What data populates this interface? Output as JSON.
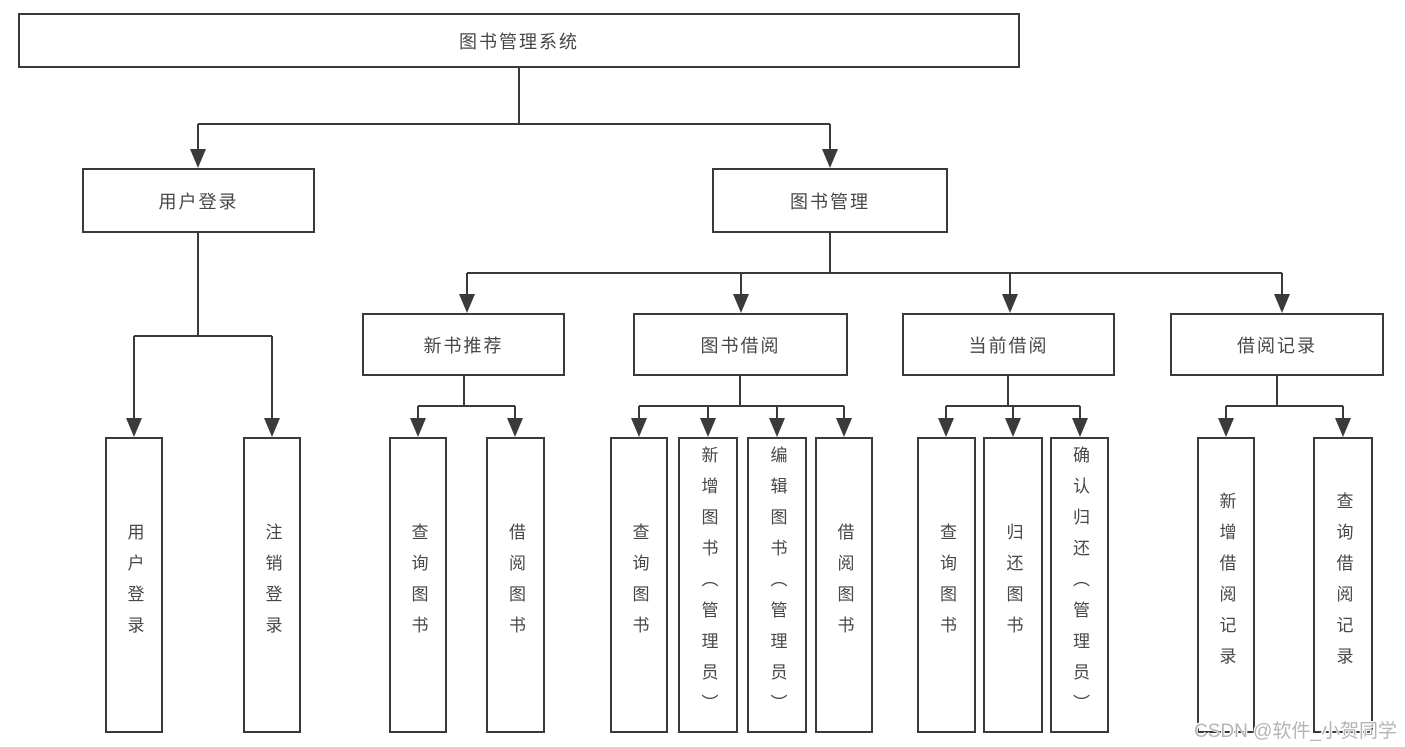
{
  "colors": {
    "line": "#3a3a3a",
    "box_border": "#3a3a3a",
    "text": "#474747",
    "background": "#ffffff",
    "watermark_text": "#b5b5b5"
  },
  "watermark": {
    "text": "CSDN @软件_小贺同学"
  },
  "nodes": {
    "root": {
      "label": "图书管理系统"
    },
    "user_login": {
      "label": "用户登录",
      "children": [
        {
          "label": "用户登录"
        },
        {
          "label": "注销登录"
        }
      ]
    },
    "book_management": {
      "label": "图书管理"
    },
    "new_book_recommend": {
      "label": "新书推荐",
      "children": [
        {
          "label": "查询图书"
        },
        {
          "label": "借阅图书"
        }
      ]
    },
    "book_borrowing": {
      "label": "图书借阅",
      "children": [
        {
          "label": "查询图书"
        },
        {
          "label": "新增图书（管理员）"
        },
        {
          "label": "编辑图书（管理员）"
        },
        {
          "label": "借阅图书"
        }
      ]
    },
    "current_borrowing": {
      "label": "当前借阅",
      "children": [
        {
          "label": "查询图书"
        },
        {
          "label": "归还图书"
        },
        {
          "label": "确认归还（管理员）"
        }
      ]
    },
    "borrowing_records": {
      "label": "借阅记录",
      "children": [
        {
          "label": "新增借阅记录"
        },
        {
          "label": "查询借阅记录"
        }
      ]
    }
  }
}
